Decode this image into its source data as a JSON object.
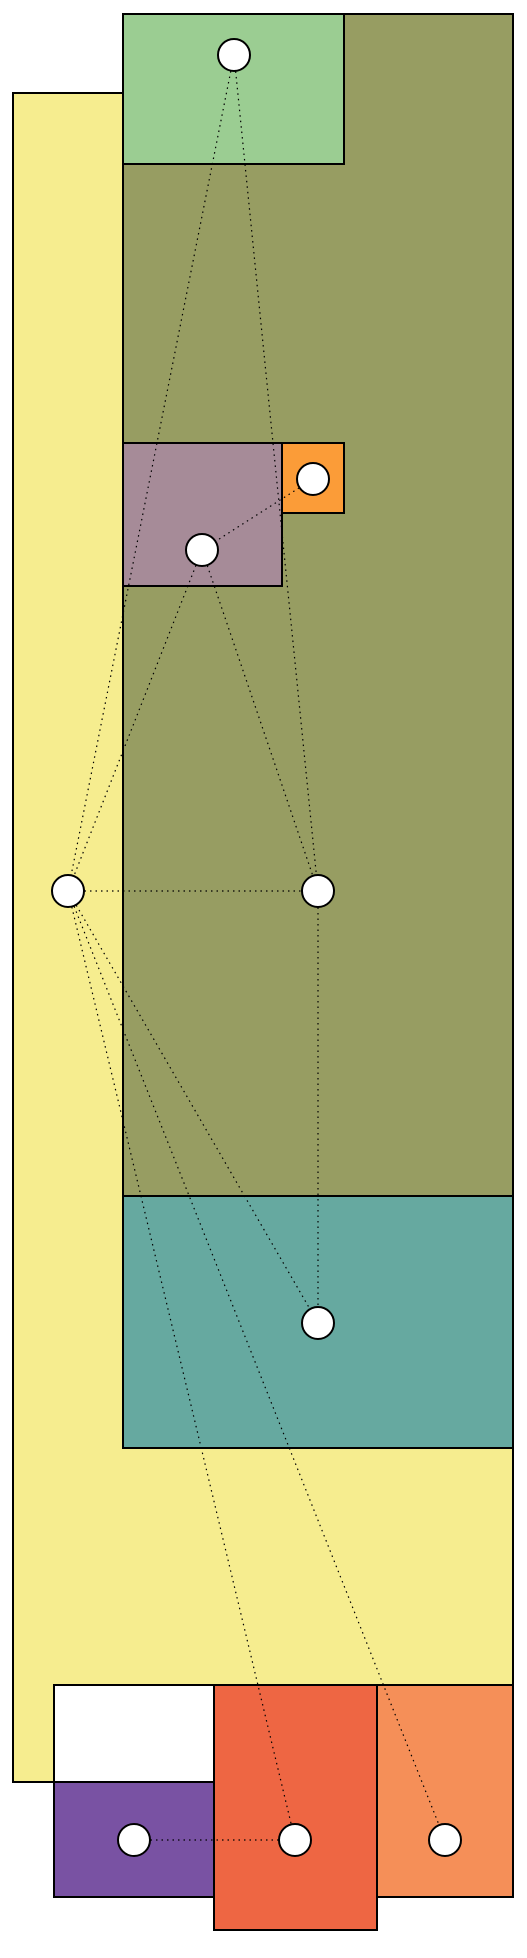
{
  "diagram": {
    "regions": [
      {
        "id": "yellow",
        "color": "#f6ed8f"
      },
      {
        "id": "olive",
        "color": "#979d62"
      },
      {
        "id": "green",
        "color": "#9bcd92"
      },
      {
        "id": "mauve",
        "color": "#a68b98"
      },
      {
        "id": "orange",
        "color": "#fb9c38"
      },
      {
        "id": "teal",
        "color": "#66a9a0"
      },
      {
        "id": "purple",
        "color": "#7952a3"
      },
      {
        "id": "red",
        "color": "#ee6643"
      },
      {
        "id": "light-orange",
        "color": "#f58f58"
      }
    ],
    "nodes": [
      {
        "id": "n-green"
      },
      {
        "id": "n-orange"
      },
      {
        "id": "n-mauve"
      },
      {
        "id": "n-left"
      },
      {
        "id": "n-center"
      },
      {
        "id": "n-teal"
      },
      {
        "id": "n-purple"
      },
      {
        "id": "n-red"
      },
      {
        "id": "n-light-orange"
      }
    ],
    "edges": [
      {
        "from": "n-green",
        "to": "n-left"
      },
      {
        "from": "n-green",
        "to": "n-center"
      },
      {
        "from": "n-orange",
        "to": "n-mauve"
      },
      {
        "from": "n-mauve",
        "to": "n-left"
      },
      {
        "from": "n-mauve",
        "to": "n-center"
      },
      {
        "from": "n-left",
        "to": "n-center"
      },
      {
        "from": "n-center",
        "to": "n-teal"
      },
      {
        "from": "n-left",
        "to": "n-teal"
      },
      {
        "from": "n-left",
        "to": "n-red"
      },
      {
        "from": "n-left",
        "to": "n-light-orange"
      },
      {
        "from": "n-purple",
        "to": "n-red"
      }
    ]
  }
}
